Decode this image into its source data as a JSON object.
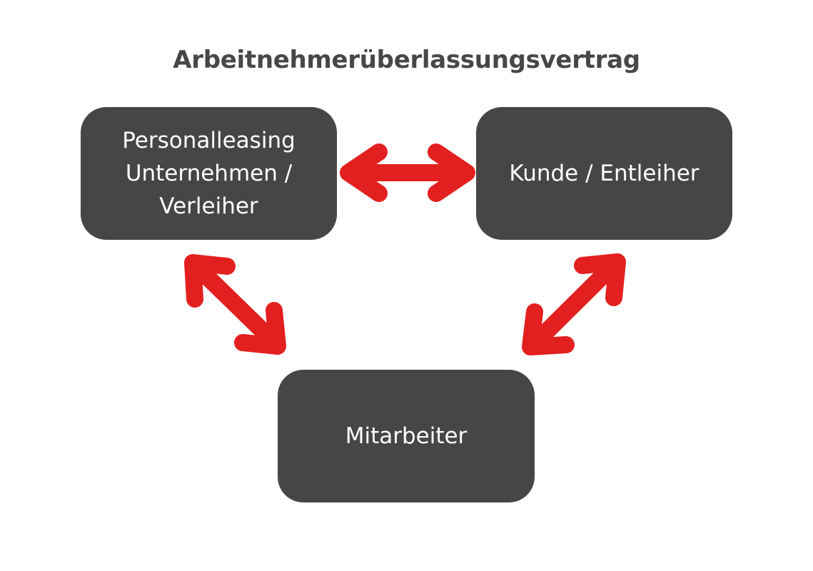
{
  "diagram": {
    "title": "Arbeitnehmerüberlassungsvertrag",
    "nodes": {
      "lender": "Personalleasing Unternehmen / Verleiher",
      "client": "Kunde / Entleiher",
      "employee": "Mitarbeiter"
    },
    "colors": {
      "box": "#474645",
      "arrow": "#e2201f",
      "title": "#484746"
    },
    "edges": [
      {
        "from": "lender",
        "to": "client",
        "style": "double-headed"
      },
      {
        "from": "lender",
        "to": "employee",
        "style": "double-headed"
      },
      {
        "from": "client",
        "to": "employee",
        "style": "double-headed"
      }
    ]
  }
}
